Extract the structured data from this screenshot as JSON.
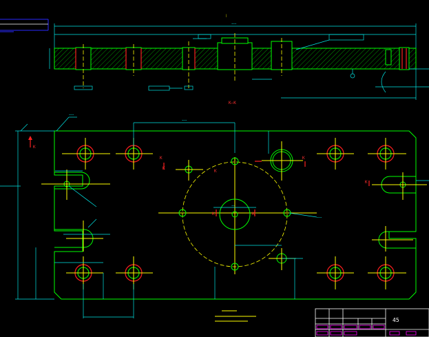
{
  "section_label": "K—K",
  "section_marker": "K",
  "drawing_number": "45",
  "colors": {
    "background": "#000000",
    "outline": "#00ff00",
    "dimension": "#00e5e5",
    "centerline": "#ffff00",
    "section_mark": "#ff2020",
    "frame": "#ffffff",
    "title_block": "#ff00ff"
  }
}
